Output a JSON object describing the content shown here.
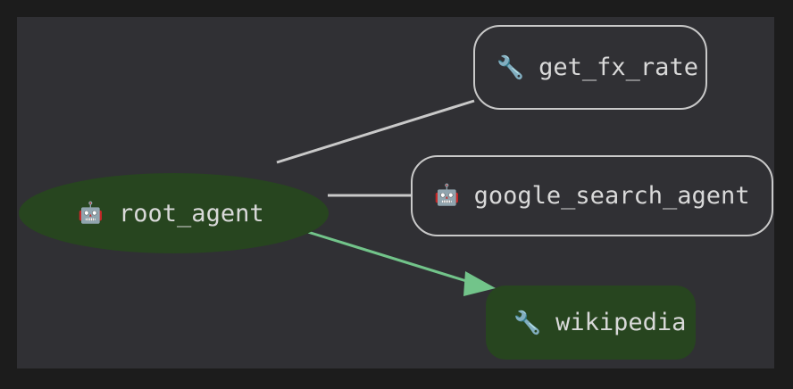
{
  "graph": {
    "title": "agent graph",
    "background_color": "#1c1c1c",
    "canvas_color": "#303034",
    "nodes": [
      {
        "id": "root_agent",
        "label": "root_agent",
        "icon": "robot-emoji",
        "icon_glyph": "🤖",
        "shape": "ellipse",
        "fill_color": "#27451f",
        "border_color": "none",
        "text_color": "#d9d9d9"
      },
      {
        "id": "get_fx_rate",
        "label": "get_fx_rate",
        "icon": "wrench-emoji",
        "icon_glyph": "🔧",
        "shape": "rounded-rect",
        "fill_color": "none",
        "border_color": "#c9c9c9",
        "text_color": "#d9d9d9"
      },
      {
        "id": "google_search_agent",
        "label": "google_search_agent",
        "icon": "robot-emoji",
        "icon_glyph": "🤖",
        "shape": "rounded-rect",
        "fill_color": "none",
        "border_color": "#c9c9c9",
        "text_color": "#d9d9d9"
      },
      {
        "id": "wikipedia",
        "label": "wikipedia",
        "icon": "wrench-emoji",
        "icon_glyph": "🔧",
        "shape": "rounded-rect",
        "fill_color": "#27451f",
        "border_color": "none",
        "text_color": "#d9d9d9"
      }
    ],
    "edges": [
      {
        "id": "root_agent-to-get_fx_rate",
        "from": "root_agent",
        "to": "get_fx_rate",
        "color": "#c9c9c9",
        "style": "solid",
        "arrow": "none"
      },
      {
        "id": "root_agent-to-google_search_agent",
        "from": "root_agent",
        "to": "google_search_agent",
        "color": "#c9c9c9",
        "style": "solid",
        "arrow": "none"
      },
      {
        "id": "root_agent-to-wikipedia",
        "from": "root_agent",
        "to": "wikipedia",
        "color": "#72c48a",
        "style": "solid",
        "arrow": "triangle"
      }
    ]
  }
}
